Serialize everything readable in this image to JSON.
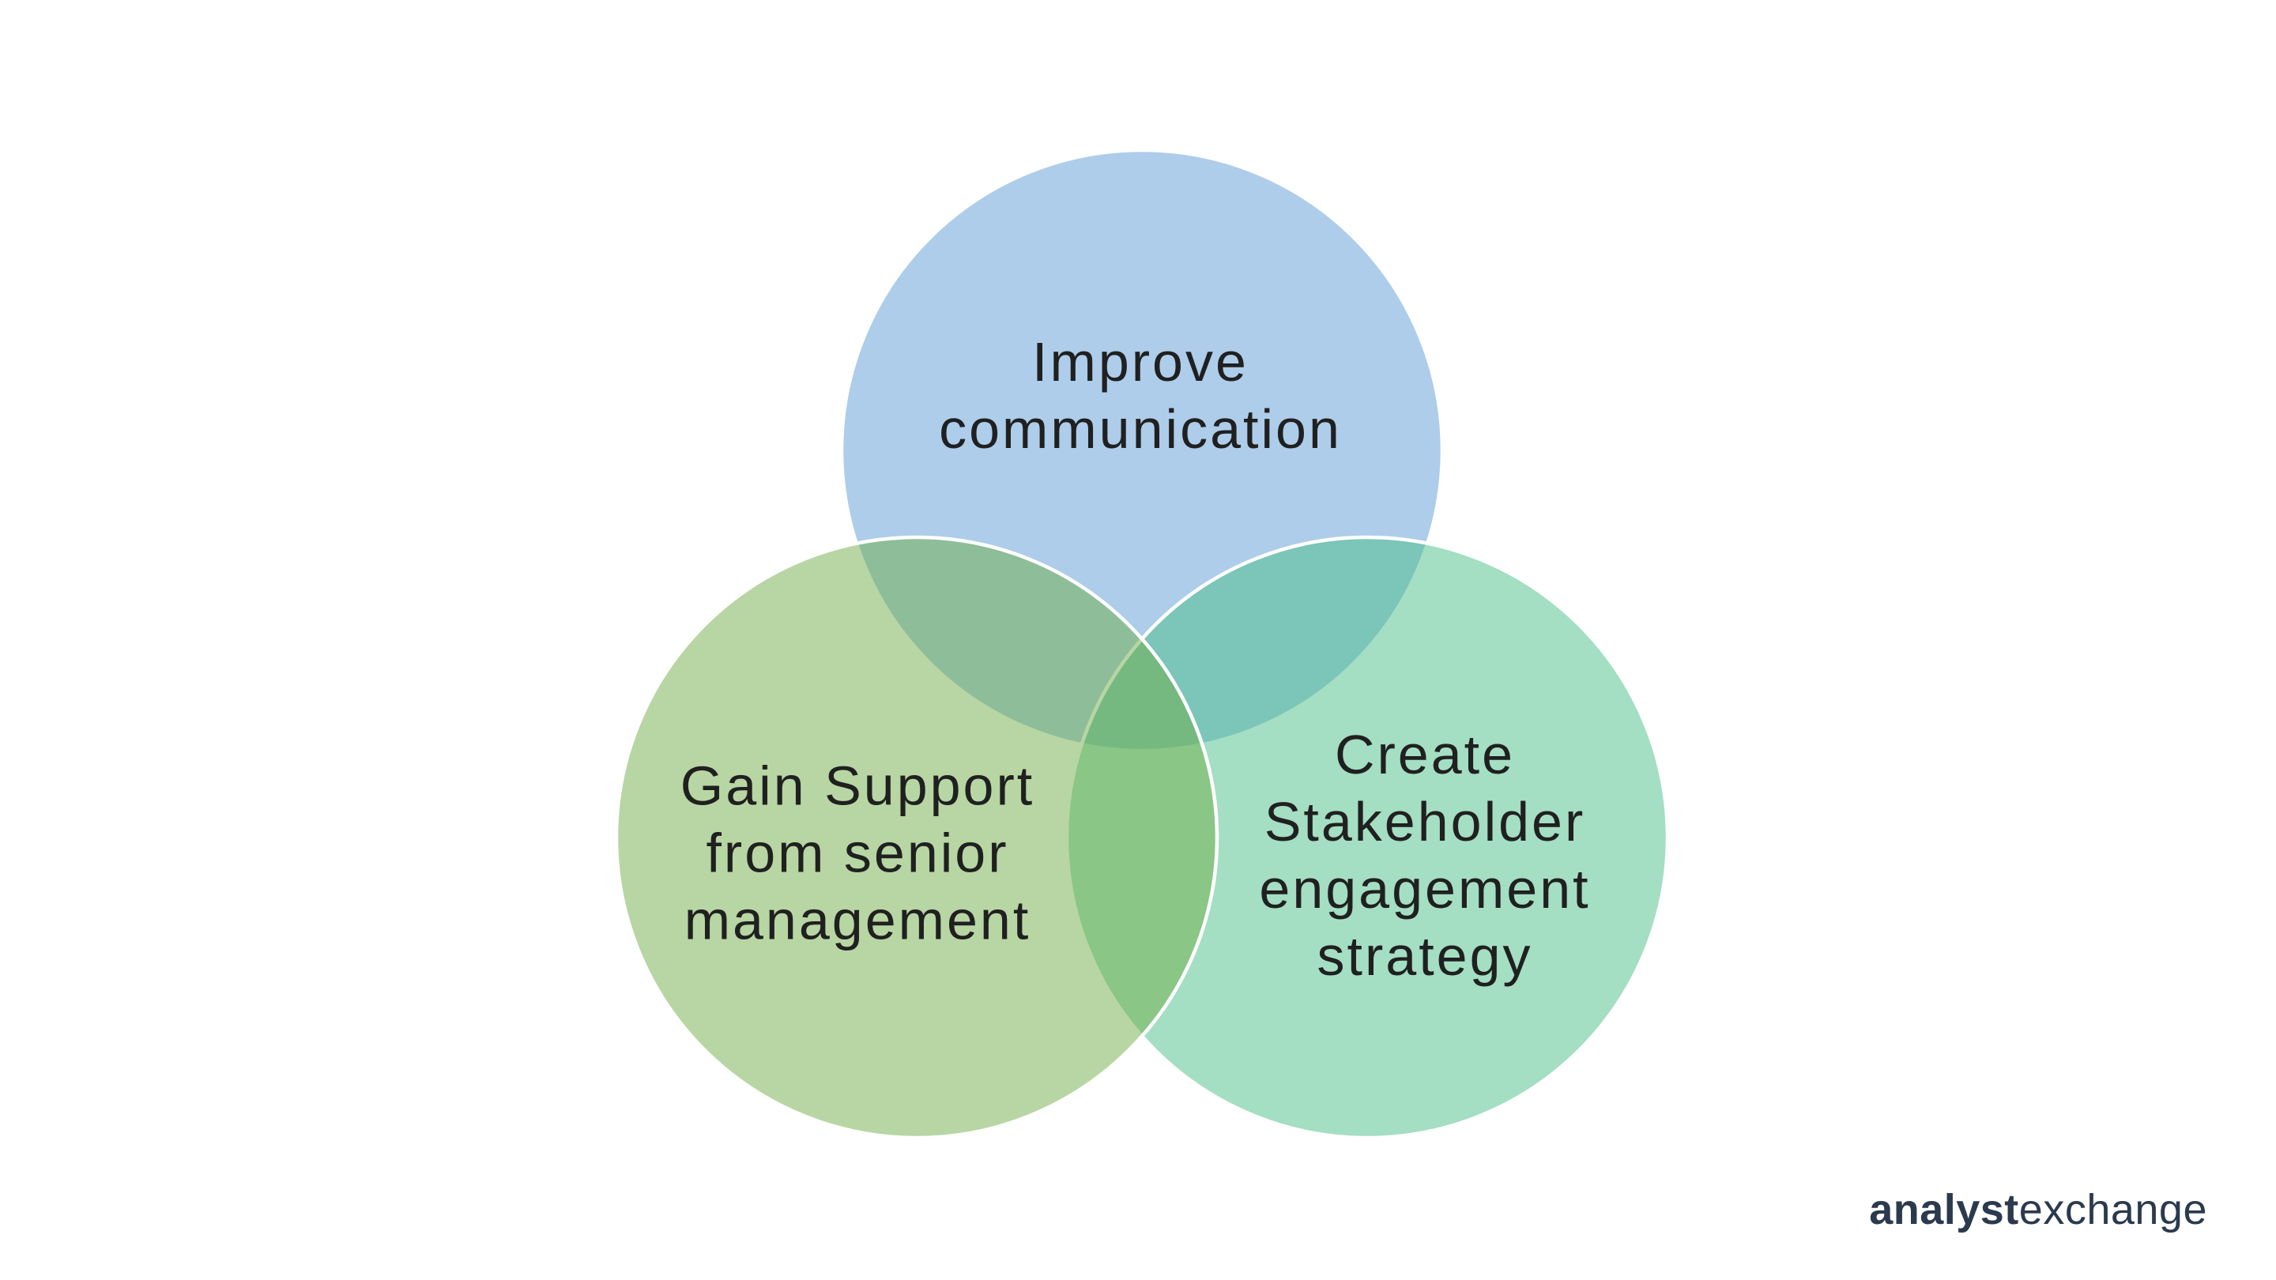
{
  "page": {
    "background_color": "#FFFFFF"
  },
  "diagram": {
    "type": "venn",
    "stroke_color": "#FFFFFF",
    "fill_opacity": "0.5",
    "text_color": "#202020",
    "circles": [
      {
        "name": "improve-communication",
        "color": "#5B9BD5",
        "label": "Improve communication",
        "lines": [
          "Improve",
          "communication"
        ]
      },
      {
        "name": "gain-support-from-senior-management",
        "color": "#70AD47",
        "label": "Gain Support from senior management",
        "lines": [
          "Gain Support",
          "from senior",
          "management"
        ]
      },
      {
        "name": "create-stakeholder-engagement-strategy",
        "color": "#49BD87",
        "label": "Create Stakeholder engagement strategy",
        "lines": [
          "Create",
          "Stakeholder",
          "engagement",
          "strategy"
        ]
      }
    ]
  },
  "footer": {
    "brand_bold": "analyst",
    "brand_light": "exchange",
    "brand_color": "#2B3A4D"
  }
}
